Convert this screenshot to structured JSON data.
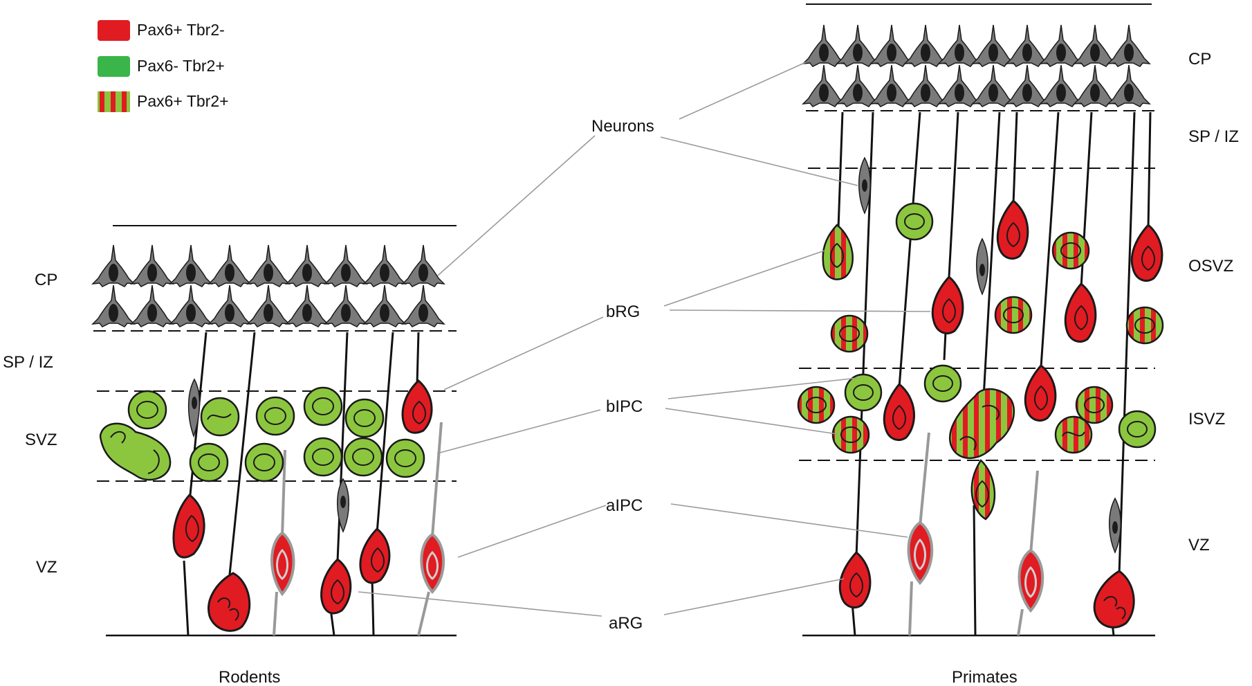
{
  "legend": [
    {
      "label": "Pax6+ Tbr2-",
      "kind": "red"
    },
    {
      "label": "Pax6- Tbr2+",
      "kind": "green"
    },
    {
      "label": "Pax6+ Tbr2+",
      "kind": "striped"
    }
  ],
  "colors": {
    "red": "#e11b22",
    "green": "#8cc63f",
    "legend_green": "#39b54a",
    "neuron": "#7a7a7a",
    "neuron_nucleus": "#1c1c1c",
    "pointer": "#9a9a9a",
    "membrane": "#1a1a1a",
    "aipc_outline": "#a8a8a8"
  },
  "rodent_layers": [
    "CP",
    "SP / IZ",
    "SVZ",
    "VZ"
  ],
  "primate_layers": [
    "CP",
    "SP / IZ",
    "OSVZ",
    "ISVZ",
    "VZ"
  ],
  "cell_types": [
    "Neurons",
    "bRG",
    "bIPC",
    "aIPC",
    "aRG"
  ],
  "captions": {
    "rodents": "Rodents",
    "primates": "Primates"
  }
}
